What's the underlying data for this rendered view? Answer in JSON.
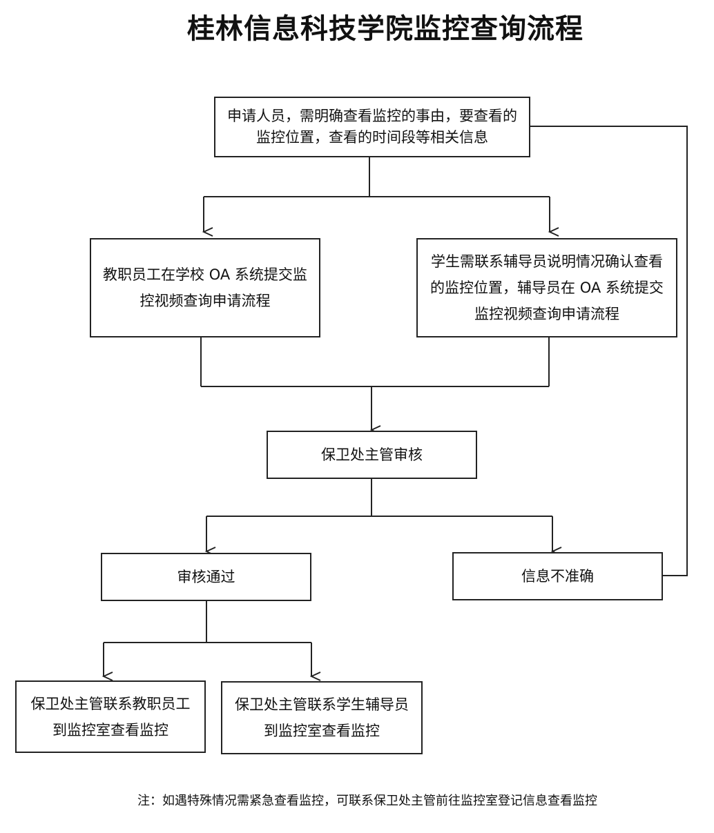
{
  "title": "桂林信息科技学院监控查询流程",
  "nodes": {
    "apply": "申请人员，需明确查看监控的事由，要查看的监控位置，查看的时间段等相关信息",
    "staff_submit": "教职员工在学校 OA 系统提交监控视频查询申请流程",
    "student_submit": "学生需联系辅导员说明情况确认查看的监控位置，辅导员在 OA 系统提交监控视频查询申请流程",
    "review": "保卫处主管审核",
    "approved": "审核通过",
    "inaccurate": "信息不准确",
    "contact_staff": "保卫处主管联系教职员工到监控室查看监控",
    "contact_student": "保卫处主管联系学生辅导员到监控室查看监控"
  },
  "note": "注：如遇特殊情况需紧急查看监控，可联系保卫处主管前往监控室登记信息查看监控"
}
